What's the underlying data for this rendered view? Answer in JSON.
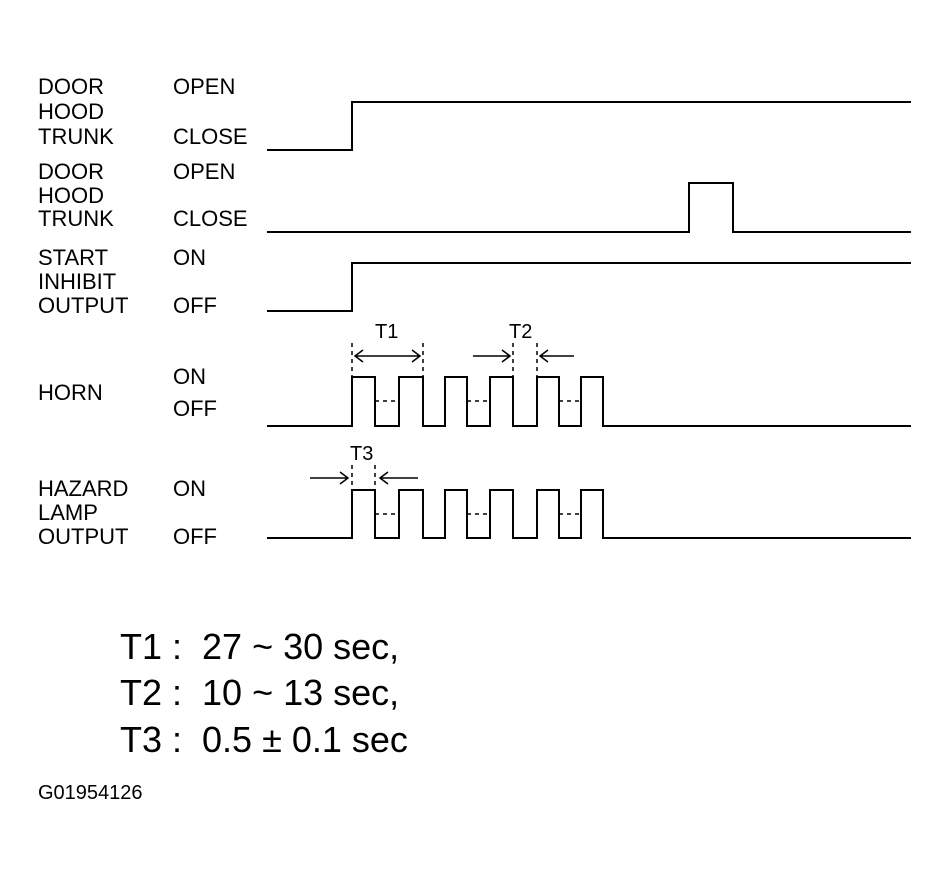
{
  "signals": [
    {
      "name_lines": [
        "DOOR",
        "HOOD",
        "TRUNK"
      ],
      "high_label": "OPEN",
      "low_label": "CLOSE"
    },
    {
      "name_lines": [
        "DOOR",
        "HOOD",
        "TRUNK"
      ],
      "high_label": "OPEN",
      "low_label": "CLOSE"
    },
    {
      "name_lines": [
        "START",
        "INHIBIT",
        "OUTPUT"
      ],
      "high_label": "ON",
      "low_label": "OFF"
    },
    {
      "name_lines": [
        "HORN"
      ],
      "high_label": "ON",
      "low_label": "OFF"
    },
    {
      "name_lines": [
        "HAZARD",
        "LAMP",
        "OUTPUT"
      ],
      "high_label": "ON",
      "low_label": "OFF"
    }
  ],
  "timing_markers": {
    "t1": "T1",
    "t2": "T2",
    "t3": "T3"
  },
  "legend": [
    "T1 :  27 ~ 30 sec,",
    "T2 :  10 ~ 13 sec,",
    "T3 :  0.5 ± 0.1 sec"
  ],
  "figure_code": "G01954126"
}
